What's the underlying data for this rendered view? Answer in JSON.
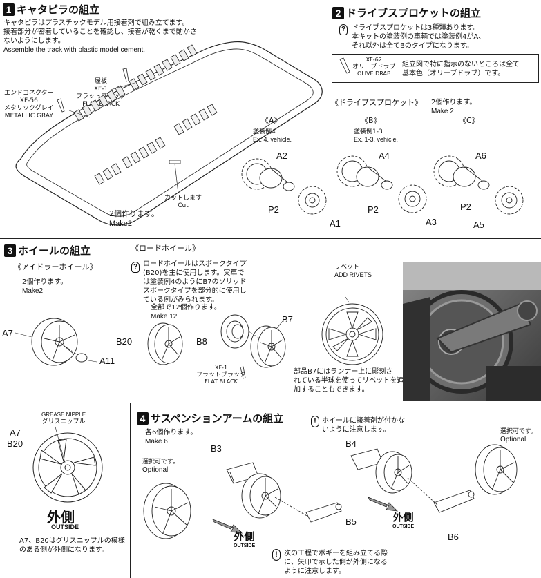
{
  "step1": {
    "num": "1",
    "title": "キャタピラの組立",
    "desc_ja": [
      "キャタピラはプラスチックモデル用接着剤で組み立てます。",
      "接着部分が密着していることを確認し、接着が乾くまで動かさ",
      "ないようにします。"
    ],
    "desc_en": "Assemble the track with plastic model cement.",
    "paint_track": [
      "履板",
      "XF-1",
      "フラットブラック",
      "FLAT BLACK"
    ],
    "paint_connector": [
      "エンドコネクター",
      "XF-56",
      "メタリックグレイ",
      "METALLIC GRAY"
    ],
    "cut_ja": "カットします",
    "cut_en": "Cut",
    "make_ja": "2個作ります。",
    "make_en": "Make2"
  },
  "step2": {
    "num": "2",
    "title": "ドライブスプロケットの組立",
    "note": [
      "ドライブスプロケットは3種類あります。",
      "本キットの塗装例の車輌では塗装例4がA、",
      "それ以外は全てBのタイプになります。"
    ],
    "paint_box": {
      "code": "XF-62",
      "name_ja": "オリーブドラブ",
      "name_en": "OLIVE DRAB"
    },
    "paint_note": [
      "組立図で特に指示のないところは全て",
      "基本色（オリーブドラブ）です。"
    ],
    "sprocket_title": "《ドライブスプロケット》",
    "make_ja": "2個作ります。",
    "make_en": "Make 2",
    "variants": [
      {
        "label": "《A》",
        "ex_ja": "塗装例4",
        "ex_en": "Ex. 4. vehicle.",
        "parts": [
          "A2",
          "P2",
          "A1"
        ]
      },
      {
        "label": "《B》",
        "ex_ja": "塗装例1-3",
        "ex_en": "Ex. 1-3. vehicle.",
        "parts": [
          "A4",
          "P2",
          "A3"
        ]
      },
      {
        "label": "《C》",
        "ex_ja": "",
        "ex_en": "",
        "parts": [
          "A6",
          "P2",
          "A5"
        ]
      }
    ]
  },
  "step3": {
    "num": "3",
    "title": "ホイールの組立",
    "idler_title": "《アイドラーホイール》",
    "idler_make_ja": "2個作ります。",
    "idler_make_en": "Make2",
    "idler_parts": [
      "A7",
      "A11"
    ],
    "road_title": "《ロードホイール》",
    "road_note": [
      "ロードホイールはスポークタイプ",
      "(B20)を主に使用します。実車で",
      "は塗装例4のようにB7のソリッド",
      "スポークタイプを部分的に使用し",
      "ている例がみられます。"
    ],
    "road_make_ja": "全部で12個作ります。",
    "road_make_en": "Make 12",
    "road_parts": [
      "B20",
      "B8",
      "B7"
    ],
    "paint": [
      "XF-1",
      "フラットブラック",
      "FLAT BLACK"
    ],
    "rivet_ja": "リベット",
    "rivet_en": "ADD RIVETS",
    "rivet_note": [
      "部品B7にはランナー上に彫刻さ",
      "れている半球を使ってリベットを追",
      "加することもできます。"
    ]
  },
  "sidebar": {
    "grease_en": "GREASE NIPPLE",
    "grease_ja": "グリスニップル",
    "parts": [
      "A7",
      "B20"
    ],
    "outside_ja": "外側",
    "outside_en": "OUTSIDE",
    "note": [
      "A7、B20はグリスニップルの模様",
      "のある側が外側になります。"
    ]
  },
  "step4": {
    "num": "4",
    "title": "サスペンションアームの組立",
    "make_ja": "各6個作ります。",
    "make_en": "Make 6",
    "optional_ja": "選択可です。",
    "optional_en": "Optional",
    "glue_note": [
      "ホイールに接着剤が付かな",
      "いように注意します。"
    ],
    "parts": [
      "B3",
      "B5",
      "B4",
      "B6"
    ],
    "outside_ja": "外側",
    "outside_en": "OUTSIDE",
    "bottom_note": [
      "次の工程でボギーを組み立てる際",
      "に、矢印で示した側が外側になる",
      "ように注意します。"
    ]
  }
}
